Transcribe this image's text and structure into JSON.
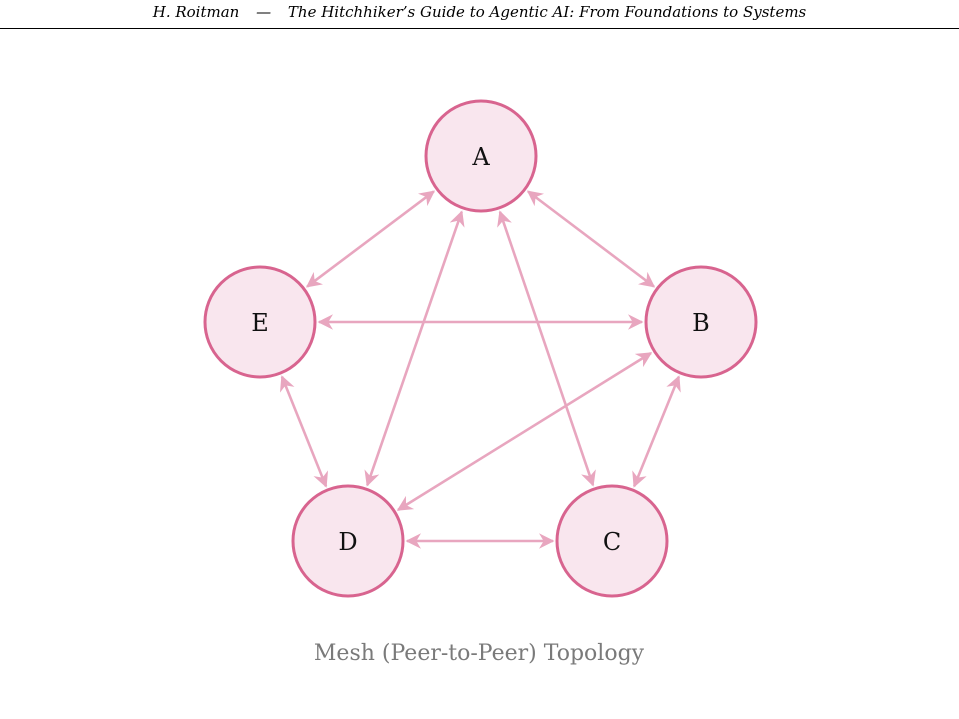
{
  "header": {
    "author": "H. Roitman",
    "separator": "—",
    "title": "The Hitchhiker’s Guide to Agentic AI: From Foundations to Systems"
  },
  "diagram": {
    "caption": "Mesh (Peer-to-Peer) Topology",
    "colors": {
      "node_fill": "#f9e6ee",
      "node_stroke": "#d8648f",
      "edge": "#e8a6bf"
    },
    "nodes": [
      {
        "id": "A",
        "label": "A"
      },
      {
        "id": "B",
        "label": "B"
      },
      {
        "id": "C",
        "label": "C"
      },
      {
        "id": "D",
        "label": "D"
      },
      {
        "id": "E",
        "label": "E"
      }
    ],
    "edges": [
      {
        "from": "A",
        "to": "B"
      },
      {
        "from": "A",
        "to": "C"
      },
      {
        "from": "A",
        "to": "D"
      },
      {
        "from": "A",
        "to": "E"
      },
      {
        "from": "E",
        "to": "B"
      },
      {
        "from": "E",
        "to": "D"
      },
      {
        "from": "B",
        "to": "C"
      },
      {
        "from": "B",
        "to": "D"
      },
      {
        "from": "D",
        "to": "C"
      }
    ]
  }
}
